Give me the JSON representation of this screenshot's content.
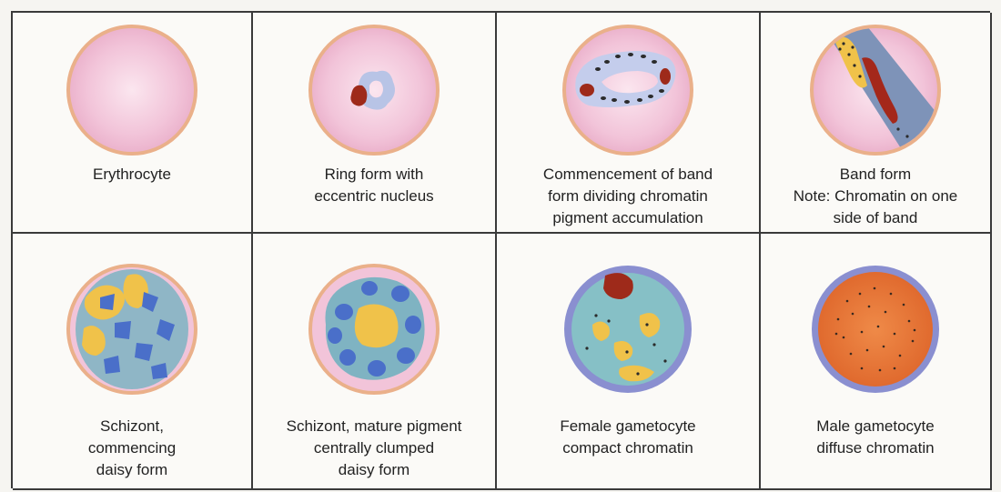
{
  "cells": [
    {
      "caption": "Erythrocyte"
    },
    {
      "caption": "Ring form with\neccentric nucleus"
    },
    {
      "caption": "Commencement of band\nform dividing chromatin\npigment accumulation"
    },
    {
      "caption": "Band form\nNote: Chromatin on one\nside of band"
    },
    {
      "caption": "Schizont,\ncommencing\ndaisy form"
    },
    {
      "caption": "Schizont, mature pigment\ncentrally clumped\ndaisy form"
    },
    {
      "caption": "Female gametocyte\ncompact chromatin"
    },
    {
      "caption": "Male gametocyte\ndiffuse chromatin"
    }
  ],
  "colors": {
    "rbc_fill": "#f3c8dc",
    "rbc_rim": "#eab08a",
    "cytoplasm": "#b8c4e6",
    "chromatin": "#a4281a",
    "pigment": "#f0c24a",
    "schizont_body": "#7fb3c2",
    "merozoite": "#4a6fc9",
    "female_rim": "#8a8fd0",
    "male_fill": "#e8773a"
  },
  "icons": [
    "erythrocyte-icon",
    "ring-form-icon",
    "band-start-icon",
    "band-form-icon",
    "schizont-early-icon",
    "schizont-mature-icon",
    "female-gametocyte-icon",
    "male-gametocyte-icon"
  ]
}
